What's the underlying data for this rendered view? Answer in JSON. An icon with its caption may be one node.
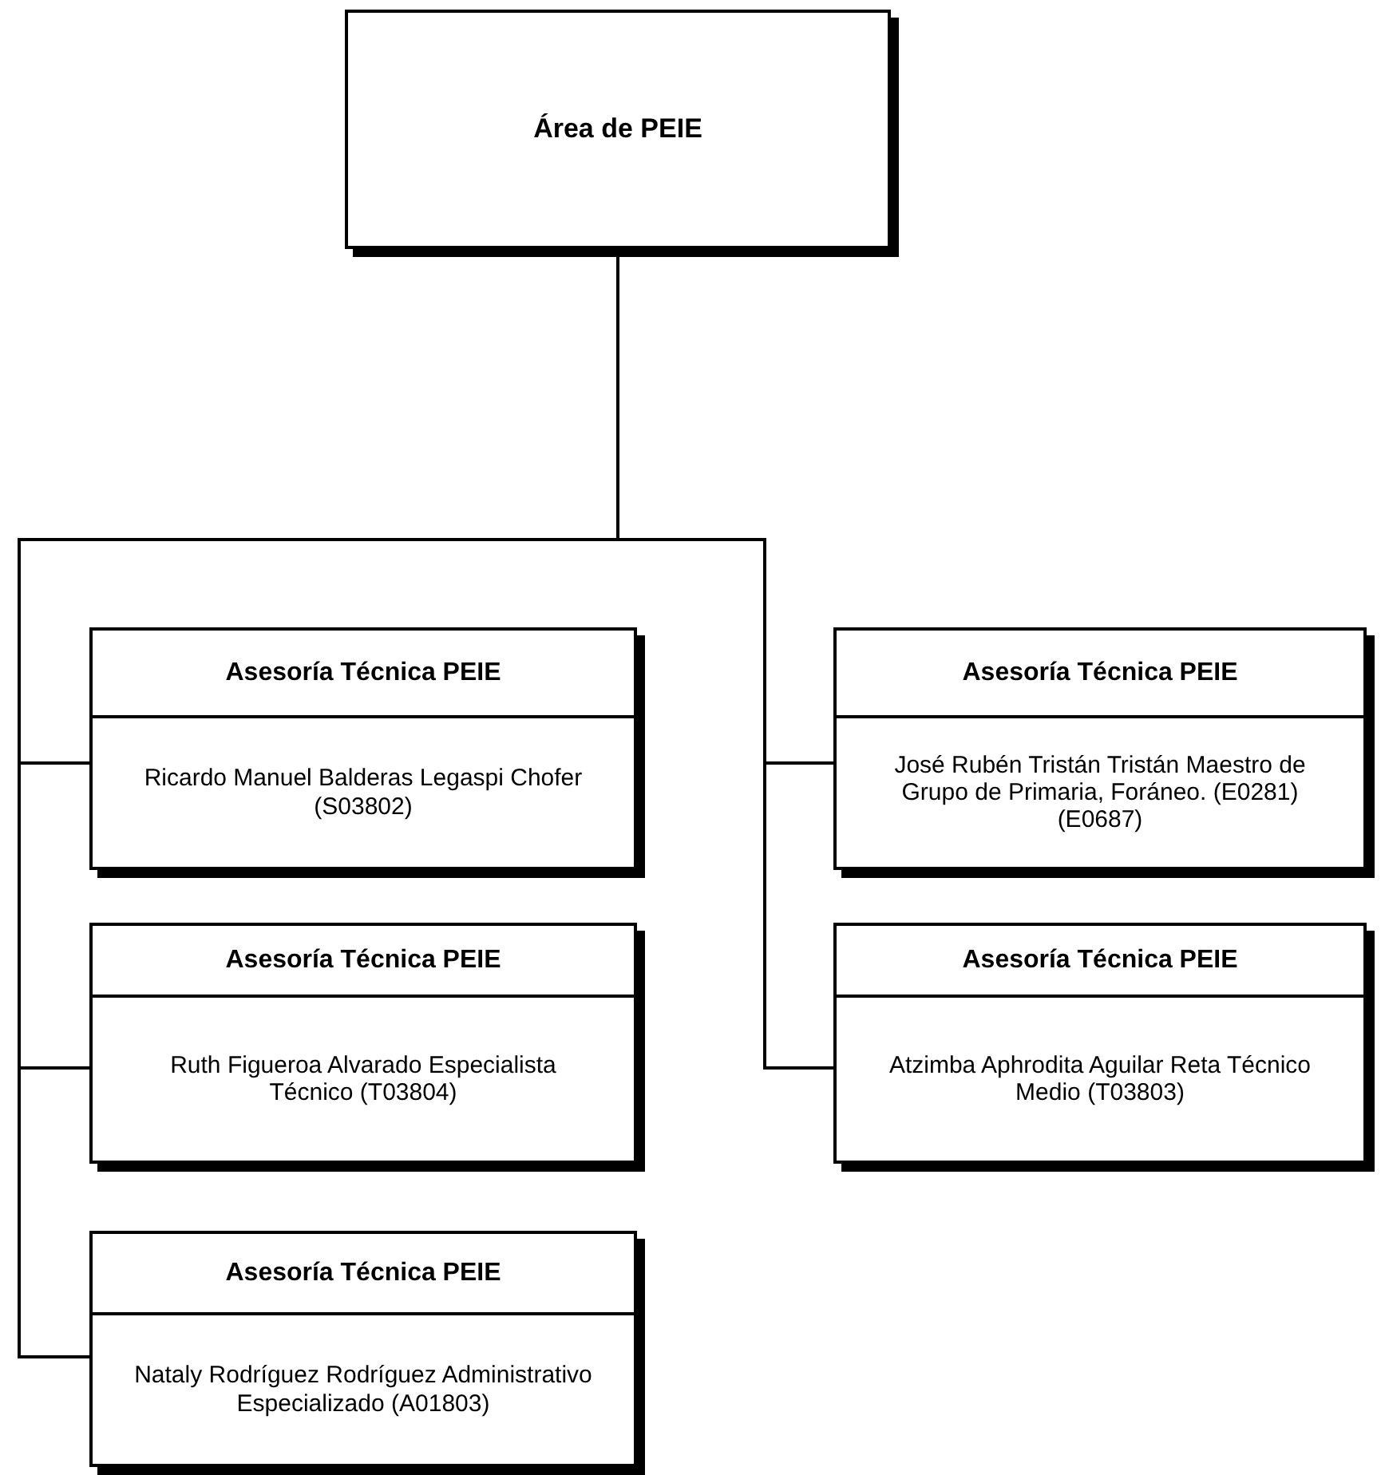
{
  "diagram": {
    "nodes": [
      {
        "text": [
          "Área de PEIE"
        ]
      },
      {
        "text": [
          "Asesoría Técnica PEIE",
          "Ricardo Manuel Balderas Legaspi Chofer (S03802)"
        ]
      },
      {
        "text": [
          "Asesoría Técnica PEIE",
          "José Rubén Tristán Tristán Maestro de Grupo de Primaria, Foráneo. (E0281)(E0687)"
        ]
      },
      {
        "text": [
          "Asesoría Técnica PEIE",
          "Ruth Figueroa Alvarado Especialista Técnico (T03804)"
        ]
      },
      {
        "text": [
          "Asesoría Técnica PEIE",
          "Atzimba Aphrodita Aguilar Reta Técnico Medio (T03803)"
        ]
      },
      {
        "text": [
          "Asesoría Técnica PEIE",
          "Nataly Rodríguez Rodríguez Administrativo Especializado (A01803)"
        ]
      }
    ],
    "edges": [
      {
        "from": 0,
        "to": 1,
        "arrow": "none"
      },
      {
        "from": 0,
        "to": 2,
        "arrow": "none"
      },
      {
        "from": 0,
        "to": 3,
        "arrow": "none"
      },
      {
        "from": 0,
        "to": 4,
        "arrow": "none"
      },
      {
        "from": 0,
        "to": 5,
        "arrow": "none"
      }
    ]
  }
}
